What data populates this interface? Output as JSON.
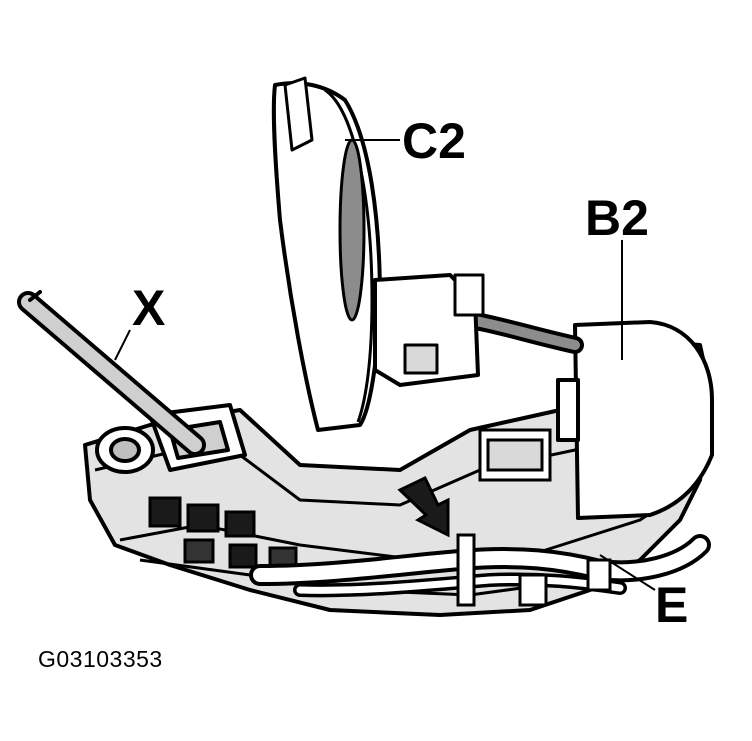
{
  "labels": {
    "c2": "C2",
    "b2": "B2",
    "x": "X",
    "e": "E"
  },
  "figure_code": "G03103353",
  "colors": {
    "line": "#000000",
    "fill_light": "#d9d9d9",
    "fill_mid": "#bfbfbf",
    "fill_dark": "#8c8c8c",
    "background": "#ffffff"
  }
}
